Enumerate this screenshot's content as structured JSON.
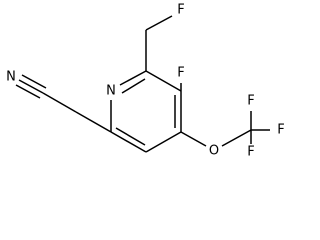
{
  "molecule": {
    "atoms": {
      "ring_n": "N",
      "f_fluoromethyl": "F",
      "f_ring": "F",
      "o_ether": "O",
      "f_cf3_top": "F",
      "f_cf3_right": "F",
      "f_cf3_bottom": "F",
      "n_nitrile": "N"
    }
  }
}
